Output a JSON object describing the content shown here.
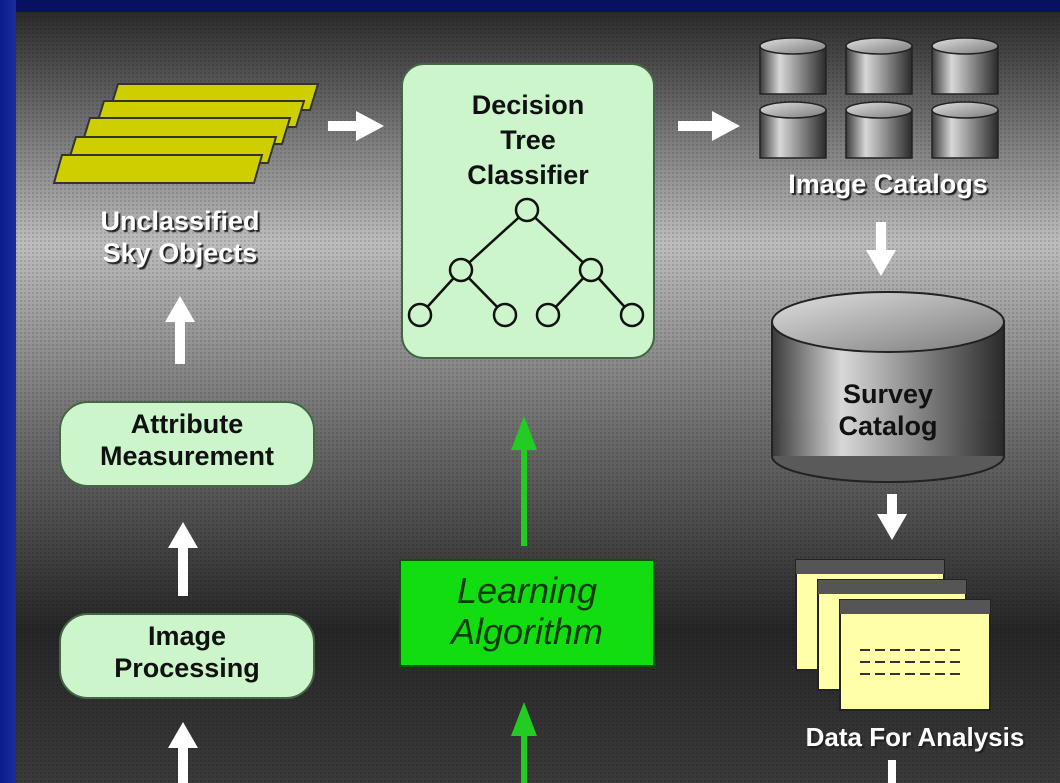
{
  "nodes": {
    "unclassified": {
      "line1": "Unclassified",
      "line2": "Sky Objects"
    },
    "classifier": {
      "line1": "Decision",
      "line2": "Tree",
      "line3": "Classifier"
    },
    "image_catalogs": {
      "label": "Image Catalogs"
    },
    "survey_catalog": {
      "line1": "Survey",
      "line2": "Catalog"
    },
    "attribute": {
      "line1": "Attribute",
      "line2": "Measurement"
    },
    "image_processing": {
      "line1": "Image",
      "line2": "Processing"
    },
    "learning": {
      "line1": "Learning",
      "line2": "Algorithm"
    },
    "data_analysis": {
      "label": "Data For Analysis"
    }
  },
  "colors": {
    "box_fill": "#ccf5cc",
    "learning_fill": "#11dd11",
    "sky_object_fill": "#cfcf00",
    "arrow_white": "#ffffff",
    "arrow_green": "#22cc22",
    "document_fill": "#ffffaa"
  }
}
